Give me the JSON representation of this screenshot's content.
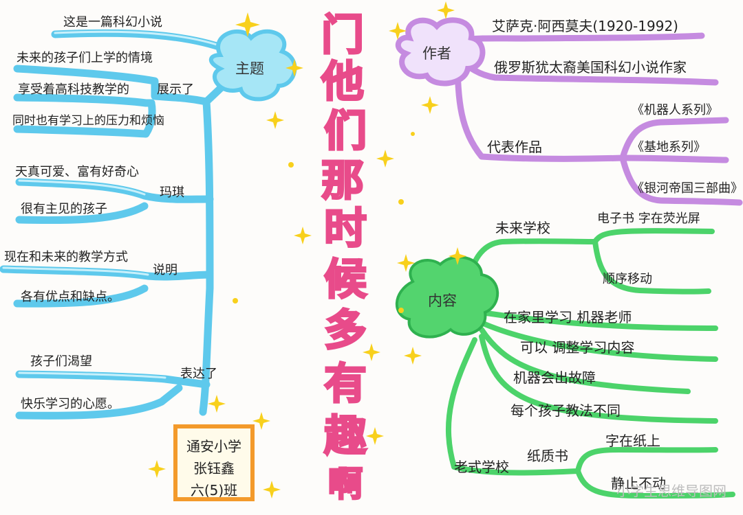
{
  "title_chars": [
    "门",
    "他",
    "们",
    "那",
    "时",
    "候",
    "多",
    "有",
    "趣",
    "啊"
  ],
  "colors": {
    "theme": "#5ec9ec",
    "author": "#c58be0",
    "content": "#4cd36a",
    "title": "#e84b8a",
    "stamp": "#f39a2b",
    "sparkle": "#f8d01c"
  },
  "theme": {
    "hub": "主题",
    "line1": "这是一篇科幻小说",
    "show": {
      "label": "展示了",
      "items": [
        "未来的孩子们上学的情境",
        "享受着高科技教学的",
        "同时也有学习上的压力和烦恼"
      ]
    },
    "margie": {
      "label": "玛琪",
      "items": [
        "天真可爱、富有好奇心",
        "很有主见的孩子"
      ]
    },
    "explain": {
      "label": "说明",
      "items": [
        "现在和未来的教学方式",
        "各有优点和缺点。"
      ]
    },
    "express": {
      "label": "表达了",
      "items": [
        "孩子们渴望",
        "快乐学习的心愿。"
      ]
    }
  },
  "author": {
    "hub": "作者",
    "name": "艾萨克·阿西莫夫(1920-1992)",
    "desc": "俄罗斯犹太裔美国科幻小说作家",
    "works": {
      "label": "代表作品",
      "items": [
        "《机器人系列》",
        "《基地系列》",
        "《银河帝国三部曲》"
      ]
    }
  },
  "content": {
    "hub": "内容",
    "future": {
      "label": "未来学校",
      "items": [
        "电子书 字在荧光屏",
        "顺序移动"
      ]
    },
    "mid": [
      "在家里学习  机器老师",
      "可以 调整学习内容",
      "机器会出故障",
      "每个孩子教法不同"
    ],
    "old": {
      "label": "老式学校",
      "book": "纸质书",
      "items": [
        "字在纸上",
        "静止不动"
      ]
    }
  },
  "stamp": [
    "通安小学",
    "张钰鑫",
    "六(5)班"
  ],
  "watermark": "小学生思维导图网"
}
